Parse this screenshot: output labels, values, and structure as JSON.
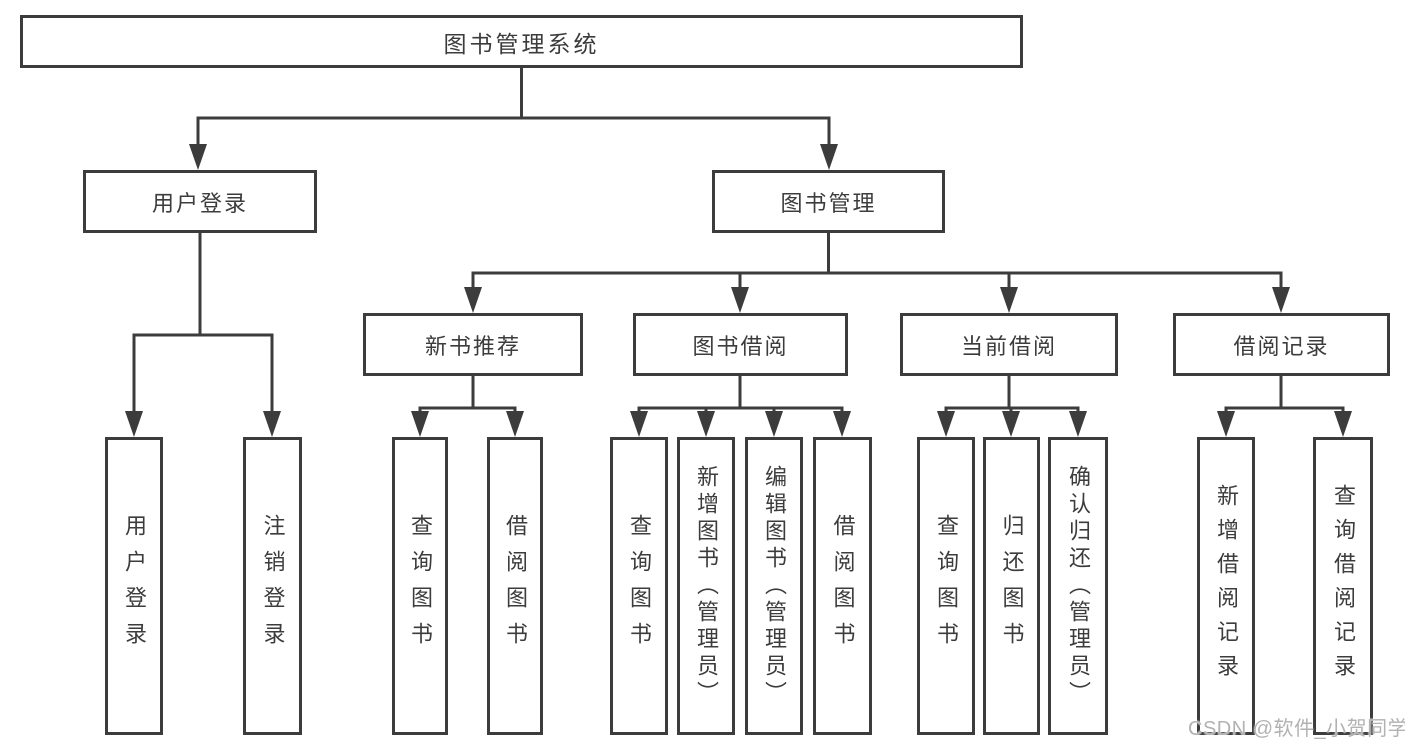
{
  "diagram": {
    "root": {
      "label": "图书管理系统",
      "children": [
        {
          "label": "用户登录",
          "children": [
            {
              "label": "用户登录"
            },
            {
              "label": "注销登录"
            }
          ]
        },
        {
          "label": "图书管理",
          "children": [
            {
              "label": "新书推荐",
              "children": [
                {
                  "label": "查询图书"
                },
                {
                  "label": "借阅图书"
                }
              ]
            },
            {
              "label": "图书借阅",
              "children": [
                {
                  "label": "查询图书"
                },
                {
                  "label": "新增图书（管理员）"
                },
                {
                  "label": "编辑图书（管理员）"
                },
                {
                  "label": "借阅图书"
                }
              ]
            },
            {
              "label": "当前借阅",
              "children": [
                {
                  "label": "查询图书"
                },
                {
                  "label": "归还图书"
                },
                {
                  "label": "确认归还（管理员）"
                }
              ]
            },
            {
              "label": "借阅记录",
              "children": [
                {
                  "label": "新增借阅记录"
                },
                {
                  "label": "查询借阅记录"
                }
              ]
            }
          ]
        }
      ]
    }
  },
  "watermark": {
    "text": "CSDN @软件_小贺同学"
  },
  "colors": {
    "line": "#3c3c3c",
    "text": "#3c3c3c",
    "watermark": "#b2b2b2",
    "background": "#ffffff"
  }
}
